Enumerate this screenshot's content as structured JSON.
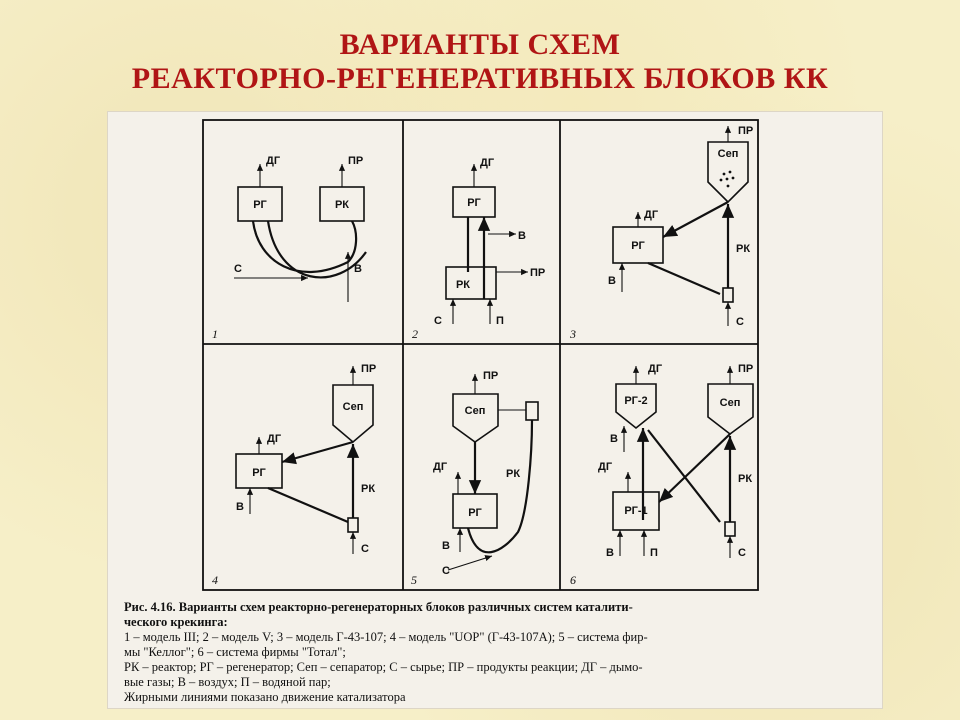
{
  "slide": {
    "title_line1": "ВАРИАНТЫ СХЕМ",
    "title_line2": "РЕАКТОРНО-РЕГЕНЕРАТИВНЫХ БЛОКОВ КК",
    "title_color": "#b01515"
  },
  "labels": {
    "rg": "РГ",
    "rk": "РК",
    "sep": "Сеп",
    "dg": "ДГ",
    "pr": "ПР",
    "s": "С",
    "v": "В",
    "p": "П",
    "rg1": "РГ-1",
    "rg2": "РГ-2"
  },
  "panels": [
    "1",
    "2",
    "3",
    "4",
    "5",
    "6"
  ],
  "caption": {
    "line1": "Рис. 4.16. Варианты схем реакторно-регенераторных блоков различных систем каталити-",
    "line2": "ческого крекинга:",
    "line3": "1 – модель III; 2 – модель V; 3 – модель Г-43-107; 4 – модель \"UOP\" (Г-43-107А); 5 – система фир-",
    "line4": "мы \"Келлог\"; 6 – система фирмы \"Тотал\";",
    "line5": "РК – реактор; РГ – регенератор; Сеп – сепаратор; С – сырье; ПР – продукты реакции; ДГ – дымо-",
    "line6": "вые газы; В – воздух; П – водяной пар;",
    "line7": "Жирными линиями показано движение катализатора"
  }
}
